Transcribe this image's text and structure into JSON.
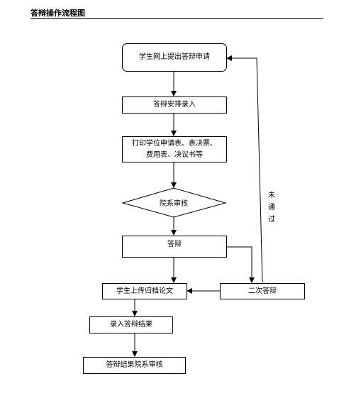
{
  "page": {
    "title": "答辩操作流程图"
  },
  "nodes": {
    "submit": "学生网上提出答辩申请",
    "arrange": "答辩安排录入",
    "print_line1": "打印学位申请表、表决票、",
    "print_line2": "费用表、决议书等",
    "review": "院系审核",
    "defense": "答辩",
    "upload": "学生上传归档论文",
    "second": "二次答辩",
    "record": "录入答辩结果",
    "result_review": "答辩结果院系审核"
  },
  "edges": {
    "fail_label": [
      "未",
      "通",
      "过"
    ]
  }
}
